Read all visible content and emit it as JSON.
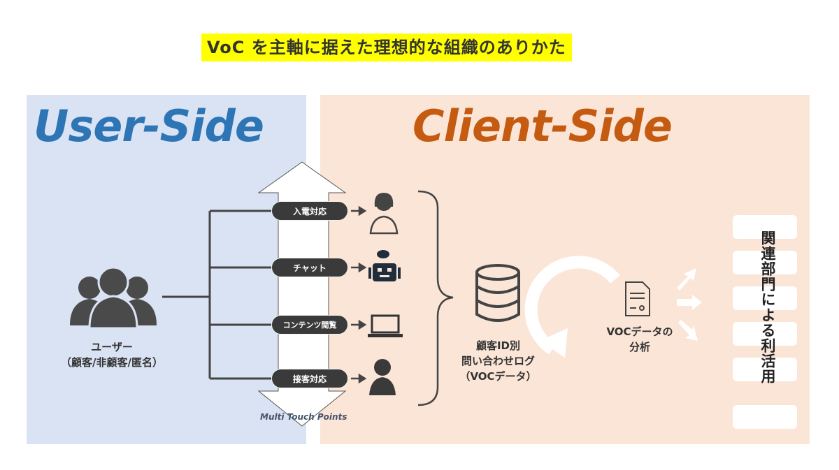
{
  "title": "VoC を主軸に据えた理想的な組織のありかた",
  "colors": {
    "user_bg": "#dae3f3",
    "client_bg": "#fbe5d7",
    "user_accent": "#2e75b6",
    "client_accent": "#c55a11",
    "highlight": "#ffff00"
  },
  "user_side": {
    "heading": "User-Side",
    "user_icon": "users-group-icon",
    "user_label_line1": "ユーザー",
    "user_label_line2": "（顧客/非顧客/匿名）"
  },
  "touch_points": {
    "caption": "Multi Touch Points",
    "items": [
      {
        "label": "入電対応",
        "icon": "call-center-operator-icon"
      },
      {
        "label": "チャット",
        "icon": "chatbot-robot-icon"
      },
      {
        "label": "コンテンツ閲覧",
        "icon": "laptop-icon"
      },
      {
        "label": "接客対応",
        "icon": "staff-person-icon"
      }
    ]
  },
  "client_side": {
    "heading": "Client-Side",
    "database_label_line1": "顧客ID別",
    "database_label_line2": "問い合わせログ",
    "database_label_line3": "（VOCデータ）",
    "analysis_label_line1": "VOCデータの",
    "analysis_label_line2": "分析",
    "utilization_label": "関連部門による利活用"
  }
}
